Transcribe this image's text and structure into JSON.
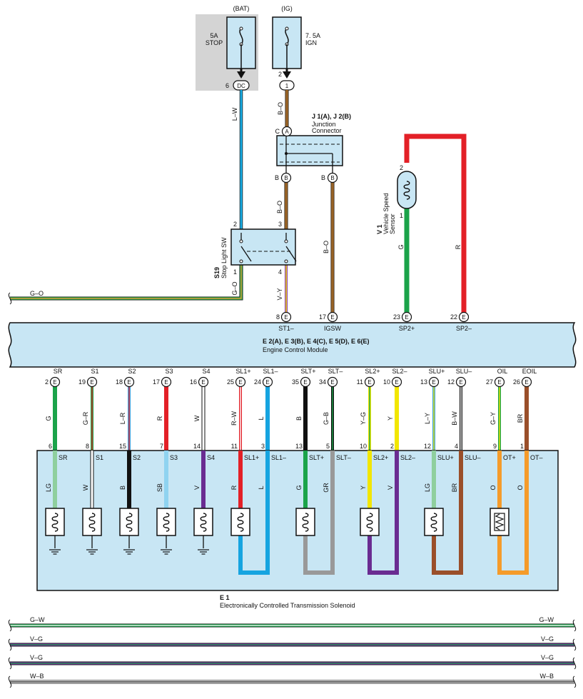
{
  "fuses": {
    "bat": {
      "header": "(BAT)",
      "rating": "5A",
      "name": "STOP",
      "pin": "6",
      "conn": "DC"
    },
    "ig": {
      "header": "(IG)",
      "rating": "7. 5A",
      "name": "IGN",
      "pin": "2",
      "conn": "1"
    }
  },
  "junction": {
    "title": "J 1(A), J 2(B)",
    "sub1": "Junction",
    "sub2": "Connector",
    "c_pin": "C",
    "c_conn": "A",
    "b_pin": "B",
    "b_conn": "B"
  },
  "stop_sw": {
    "code": "S19",
    "name": "Stop Light SW",
    "p1": "1",
    "p2": "2",
    "p3": "3",
    "p4": "4"
  },
  "speed_sensor": {
    "code": "V 1",
    "name1": "Vehicle Speed",
    "name2": "Sensor",
    "p1": "1",
    "p2": "2"
  },
  "ecm": {
    "title": "E 2(A), E 3(B), E 4(C), E 5(D), E 6(E)",
    "name": "Engine Control Module",
    "conn": "E",
    "top_pins": [
      {
        "pin": "8",
        "name": "ST1–"
      },
      {
        "pin": "17",
        "name": "IGSW"
      },
      {
        "pin": "23",
        "name": "SP2+"
      },
      {
        "pin": "22",
        "name": "SP2–"
      }
    ],
    "bottom_pins": [
      {
        "name": "SR",
        "pin": "2"
      },
      {
        "name": "S1",
        "pin": "19"
      },
      {
        "name": "S2",
        "pin": "18"
      },
      {
        "name": "S3",
        "pin": "17"
      },
      {
        "name": "S4",
        "pin": "16"
      },
      {
        "name": "SL1+",
        "pin": "25"
      },
      {
        "name": "SL1–",
        "pin": "24"
      },
      {
        "name": "SLT+",
        "pin": "35"
      },
      {
        "name": "SLT–",
        "pin": "34"
      },
      {
        "name": "SL2+",
        "pin": "11"
      },
      {
        "name": "SL2–",
        "pin": "10"
      },
      {
        "name": "SLU+",
        "pin": "13"
      },
      {
        "name": "SLU–",
        "pin": "12"
      },
      {
        "name": "OIL",
        "pin": "27"
      },
      {
        "name": "EOIL",
        "pin": "26"
      }
    ]
  },
  "wires": {
    "bat_wire": "L–W",
    "ig_wire": "B–O",
    "j_to_sw": "B–O",
    "j_to_ecm": "B–O",
    "sw_to_ecm": "V–Y",
    "sw_out": "G–O",
    "left_out": "G–O",
    "sensor_g": "G",
    "sensor_r": "R",
    "ecm_out": [
      "G",
      "G–R",
      "L–R",
      "R",
      "W",
      "R–W",
      "L",
      "B",
      "G–B",
      "Y–G",
      "Y",
      "L–Y",
      "B–W",
      "G–Y",
      "BR"
    ]
  },
  "solenoid": {
    "code": "E 1",
    "name": "Electronically Controlled Transmission Solenoid",
    "pins": [
      {
        "pin": "6",
        "name": "SR"
      },
      {
        "pin": "8",
        "name": "S1"
      },
      {
        "pin": "15",
        "name": "S2"
      },
      {
        "pin": "7",
        "name": "S3"
      },
      {
        "pin": "14",
        "name": "S4"
      },
      {
        "pin": "11",
        "name": "SL1+"
      },
      {
        "pin": "3",
        "name": "SL1–"
      },
      {
        "pin": "13",
        "name": "SLT+"
      },
      {
        "pin": "5",
        "name": "SLT–"
      },
      {
        "pin": "10",
        "name": "SL2+"
      },
      {
        "pin": "2",
        "name": "SL2–"
      },
      {
        "pin": "12",
        "name": "SLU+"
      },
      {
        "pin": "4",
        "name": "SLU–"
      },
      {
        "pin": "9",
        "name": "OT+"
      },
      {
        "pin": "1",
        "name": "OT–"
      }
    ],
    "wire_colors": [
      "LG",
      "W",
      "B",
      "SB",
      "V",
      "R",
      "L",
      "G",
      "GR",
      "Y",
      "V",
      "LG",
      "BR",
      "O",
      "O"
    ]
  },
  "bus": [
    {
      "left": "G–W",
      "right": "G–W"
    },
    {
      "left": "V–G",
      "right": "V–G"
    },
    {
      "left": "V–G",
      "right": "V–G"
    },
    {
      "left": "W–B",
      "right": "W–B"
    }
  ]
}
